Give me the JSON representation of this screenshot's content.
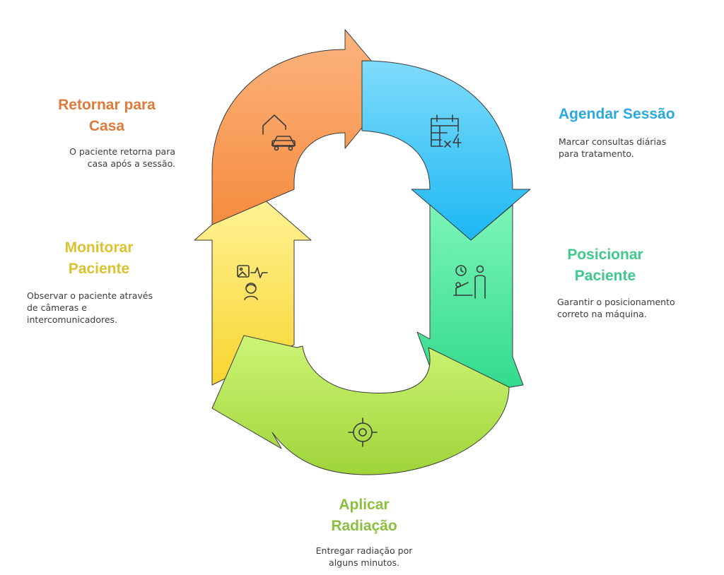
{
  "steps": {
    "retornar": {
      "title": "Retornar para\nCasa",
      "description": "O paciente retorna para\ncasa após a sessão.",
      "color": "#f2884b",
      "icon": "home-car-icon"
    },
    "agendar": {
      "title": "Agendar Sessão",
      "description": "Marcar consultas diárias\npara tratamento.",
      "color": "#2aa9de",
      "icon": "calendar-x4-icon"
    },
    "posicionar": {
      "title": "Posicionar\nPaciente",
      "description": "Garantir o posicionamento\ncorreto na máquina.",
      "color": "#3fd190",
      "icon": "patient-positioning-icon"
    },
    "aplicar": {
      "title": "Aplicar\nRadiação",
      "description": "Entregar radiação por\nalguns minutos.",
      "color": "#8cc43c",
      "icon": "target-icon"
    },
    "monitorar": {
      "title": "Monitorar\nPaciente",
      "description": "Observar o paciente através\nde câmeras e\nintercomunicadores.",
      "color": "#e3c730",
      "icon": "monitor-vitals-icon"
    }
  }
}
